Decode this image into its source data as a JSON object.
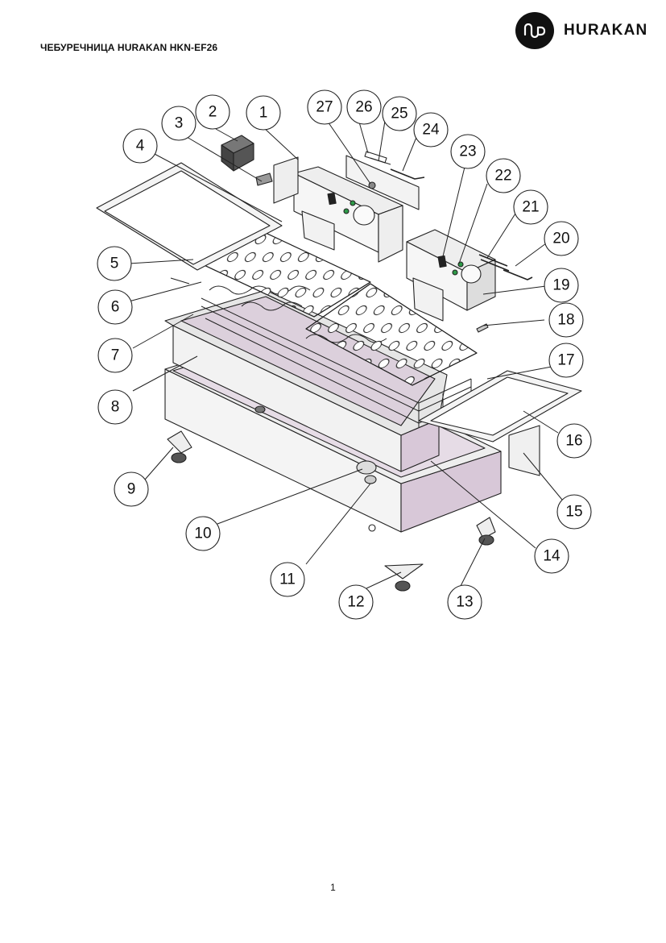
{
  "document": {
    "title": "ЧЕБУРЕЧНИЦА HURAKAN HKN-EF26",
    "page_number": "1"
  },
  "brand": {
    "name": "HURAKAN",
    "logo_icon": "wave-loop-icon"
  },
  "colors": {
    "ink": "#111111",
    "panel_lilac": "#d8c8d8",
    "metal_light": "#f2f2f2",
    "metal_mid": "#e2e2e2",
    "led_green": "#2e9a48"
  },
  "callouts": [
    "1",
    "2",
    "3",
    "4",
    "5",
    "6",
    "7",
    "8",
    "9",
    "10",
    "11",
    "12",
    "13",
    "14",
    "15",
    "16",
    "17",
    "18",
    "19",
    "20",
    "21",
    "22",
    "23",
    "24",
    "25",
    "26",
    "27"
  ]
}
